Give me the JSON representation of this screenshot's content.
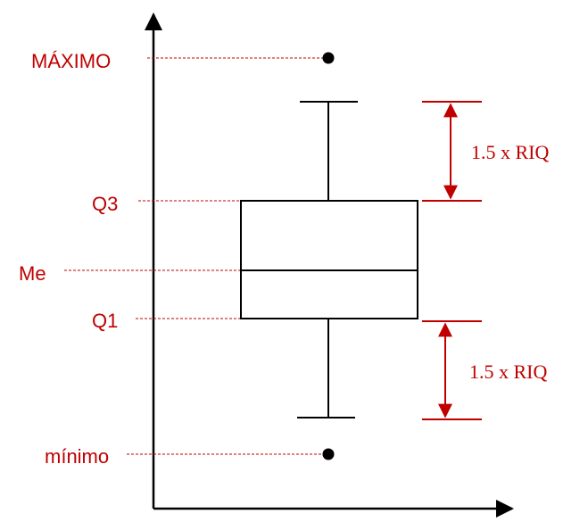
{
  "labels": {
    "maximo": "MÁXIMO",
    "q3": "Q3",
    "me": "Me",
    "q1": "Q1",
    "minimo": "mínimo"
  },
  "annotations": {
    "upper_riq": "1.5 x RIQ",
    "lower_riq": "1.5 x RIQ"
  },
  "colors": {
    "accent": "#c00000",
    "stroke": "#000000",
    "background": "#ffffff"
  }
}
